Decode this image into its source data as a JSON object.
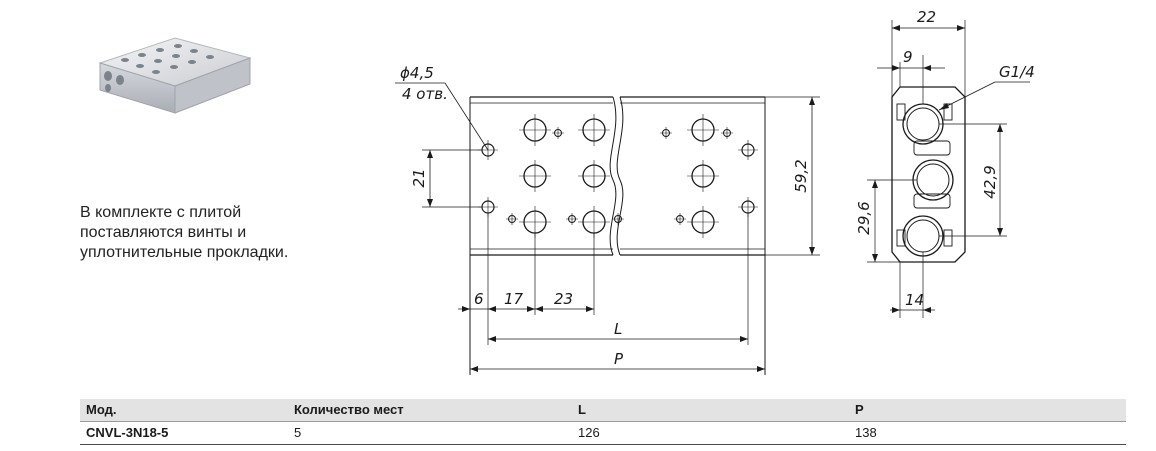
{
  "note_text": "В комплекте с плитой поставляются винты и уплотнительные прокладки.",
  "front_drawing": {
    "hole_diameter": "ϕ4,5",
    "hole_count": "4 отв.",
    "dim_vertical_spacing": "21",
    "dim_height": "59,2",
    "dim_edge": "6",
    "dim_first_pitch": "17",
    "dim_pitch": "23",
    "dim_L": "L",
    "dim_P": "P"
  },
  "side_drawing": {
    "dim_width": "22",
    "dim_offset": "9",
    "port_thread": "G1/4",
    "dim_port_span": "42,9",
    "dim_lower_span": "29,6",
    "dim_bottom": "14"
  },
  "table": {
    "headers": [
      "Мод.",
      "Количество мест",
      "L",
      "P"
    ],
    "rows": [
      [
        "CNVL-3N18-5",
        "5",
        "126",
        "138"
      ]
    ]
  },
  "colors": {
    "header_bg": "#e3e3e3",
    "line": "#1a1a1a"
  }
}
